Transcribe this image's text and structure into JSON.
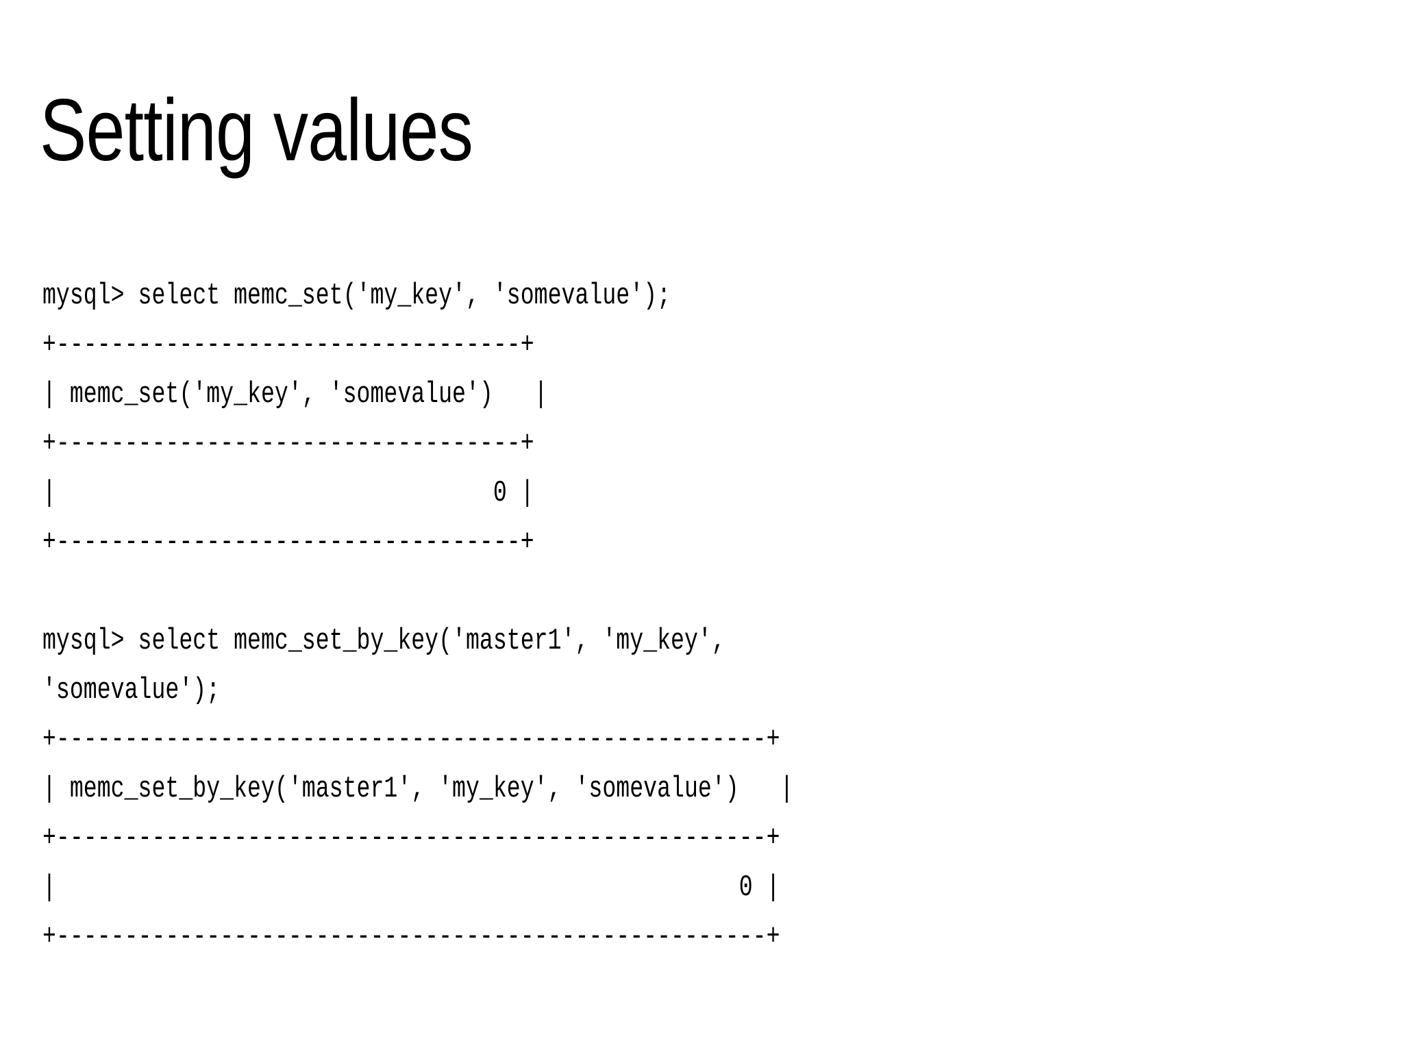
{
  "slide": {
    "title": "Setting values",
    "background_color": "#ffffff",
    "text_color": "#000000"
  },
  "terminal": {
    "blocks": [
      {
        "id": "memc-set-block",
        "prompt": "mysql>",
        "command": "select memc_set('my_key', 'somevalue');",
        "lines": [
          "mysql> select memc_set('my_key', 'somevalue');",
          "+----------------------------------+",
          "| memc_set('my_key', 'somevalue')   |",
          "+----------------------------------+",
          "|                                0 |",
          "+----------------------------------+"
        ],
        "result_table": {
          "column": "memc_set('my_key', 'somevalue')",
          "value": "0",
          "width_chars": 34
        }
      },
      {
        "id": "spacer",
        "lines": [
          ""
        ]
      },
      {
        "id": "memc-set-by-key-block",
        "prompt": "mysql>",
        "command": "select memc_set_by_key('master1', 'my_key', 'somevalue');",
        "lines": [
          "mysql> select memc_set_by_key('master1', 'my_key',",
          "'somevalue');",
          "+----------------------------------------------------+",
          "| memc_set_by_key('master1', 'my_key', 'somevalue')   |",
          "+----------------------------------------------------+",
          "|                                                  0 |",
          "+----------------------------------------------------+"
        ],
        "result_table": {
          "column": "memc_set_by_key('master1', 'my_key', 'somevalue')",
          "value": "0",
          "width_chars": 52
        }
      }
    ],
    "full_text": "mysql> select memc_set('my_key', 'somevalue');\n+----------------------------------+\n| memc_set('my_key', 'somevalue')   |\n+----------------------------------+\n|                                0 |\n+----------------------------------+\n\nmysql> select memc_set_by_key('master1', 'my_key',\n'somevalue');\n+----------------------------------------------------+\n| memc_set_by_key('master1', 'my_key', 'somevalue')   |\n+----------------------------------------------------+\n|                                                  0 |\n+----------------------------------------------------+"
  }
}
